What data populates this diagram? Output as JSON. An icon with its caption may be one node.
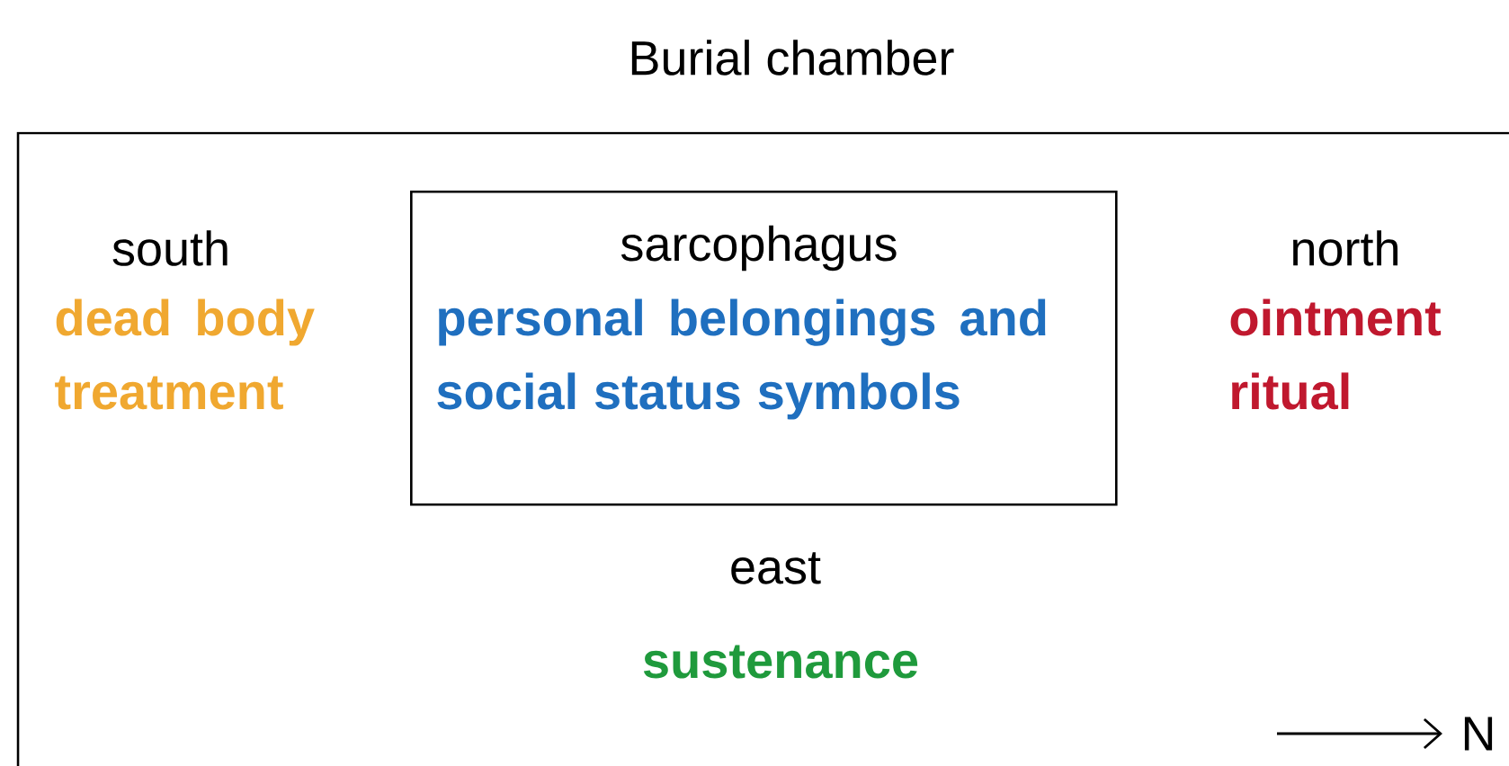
{
  "diagram": {
    "nodes": [
      {
        "text": [
          "Burial chamber"
        ]
      },
      {
        "text": [
          "sarcophagus",
          "personal belongings and social status symbols"
        ],
        "in": 0
      }
    ],
    "labels": [
      "south",
      "dead body treatment",
      "north",
      "ointment ritual",
      "east",
      "sustenance",
      "N"
    ]
  }
}
